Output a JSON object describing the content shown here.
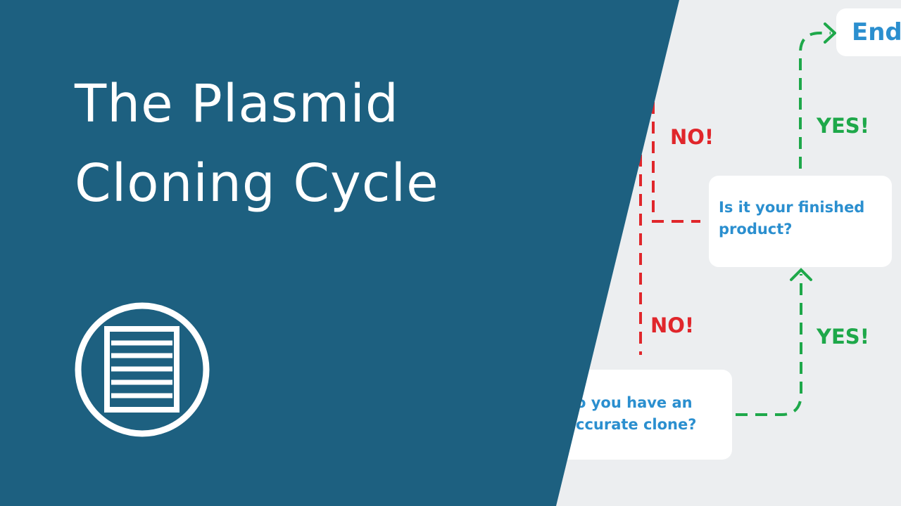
{
  "title": {
    "line1": "The Plasmid",
    "line2": "Cloning Cycle"
  },
  "icon": "document-list-icon",
  "colors": {
    "panel": "#1d6080",
    "background": "#eceef0",
    "box_text": "#2b8fcf",
    "no": "#e0262b",
    "yes": "#1ea84a"
  },
  "flowchart": {
    "end_label": "End",
    "finished_question": [
      "Is it your finished",
      "product?"
    ],
    "clone_question": [
      "o you have an",
      "ccurate clone?"
    ],
    "no_label_upper": "NO!",
    "no_label_lower": "NO!",
    "yes_label_upper": "YES!",
    "yes_label_lower": "YES!"
  }
}
